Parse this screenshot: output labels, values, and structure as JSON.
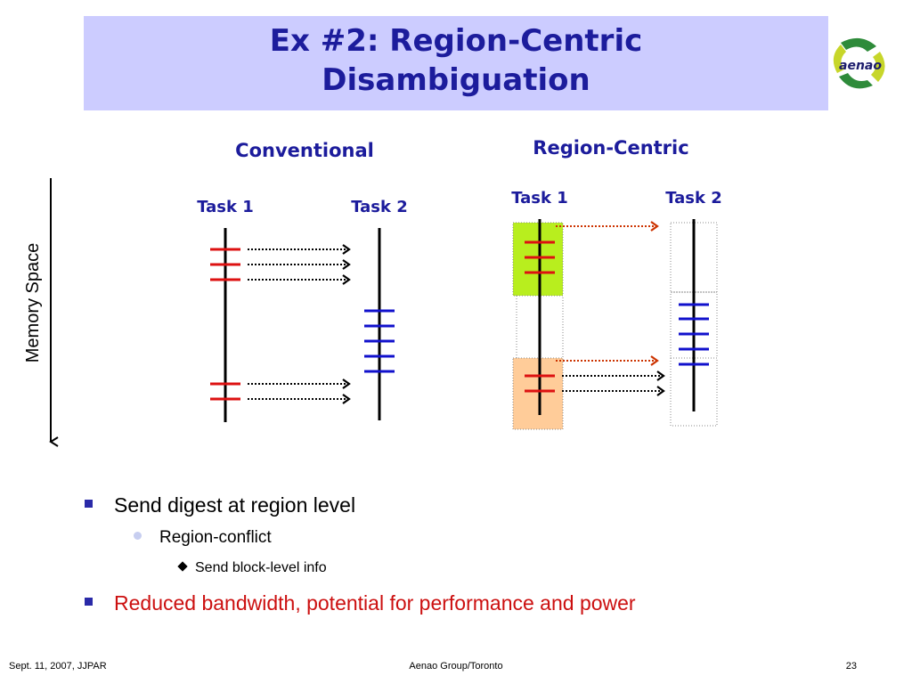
{
  "slide": {
    "title_line1": "Ex #2: Region-Centric",
    "title_line2": "Disambiguation",
    "logo_text": "aenao"
  },
  "diagram": {
    "memory_axis_label": "Memory Space",
    "conventional": {
      "heading": "Conventional",
      "task1": "Task 1",
      "task2": "Task 2"
    },
    "region_centric": {
      "heading": "Region-Centric",
      "task1": "Task 1",
      "task2": "Task 2"
    }
  },
  "colors": {
    "title_text": "#1c1c9c",
    "title_bg": "#ccccff",
    "heading_text": "#1c1c9c",
    "red_mark": "#dd1111",
    "blue_mark": "#1111cc",
    "region_green": "#b8ee1e",
    "region_orange": "#ffcc99",
    "region_arrow": "#cc3300"
  },
  "bullets": [
    {
      "level": 1,
      "text": "Send digest at region level",
      "color": "#000000"
    },
    {
      "level": 2,
      "text": "Region-conflict",
      "color": "#000000"
    },
    {
      "level": 3,
      "text": "Send block-level info",
      "color": "#000000"
    },
    {
      "level": 1,
      "text": "Reduced bandwidth, potential for performance and power",
      "color": "#cc1010"
    }
  ],
  "footer": {
    "left": "Sept. 11, 2007, JJPAR",
    "center": "Aenao Group/Toronto",
    "page_number": "23"
  }
}
